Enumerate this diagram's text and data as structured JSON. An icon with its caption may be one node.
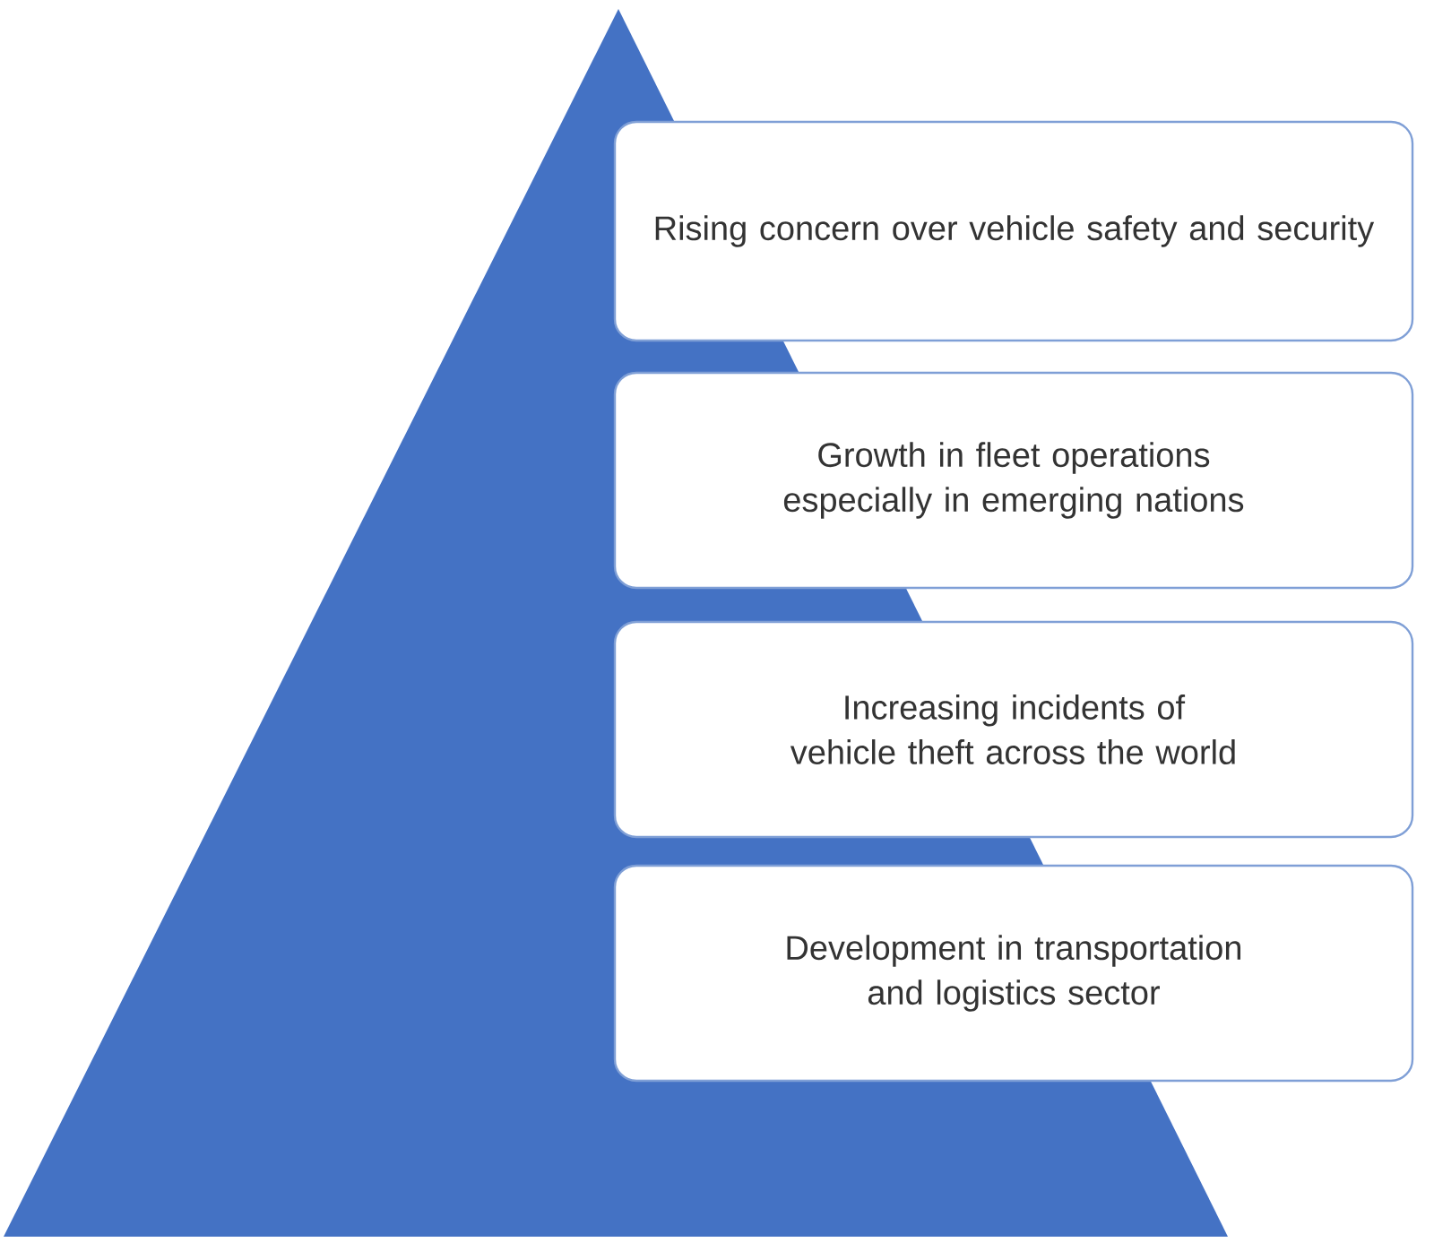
{
  "diagram": {
    "nodes": [
      {
        "text": [
          "Rising concern over vehicle safety and security"
        ]
      },
      {
        "text": [
          "Growth in fleet operations especially in emerging nations"
        ]
      },
      {
        "text": [
          "Increasing incidents of vehicle theft across the world"
        ]
      },
      {
        "text": [
          "Development in transportation and logistics sector"
        ]
      }
    ]
  }
}
